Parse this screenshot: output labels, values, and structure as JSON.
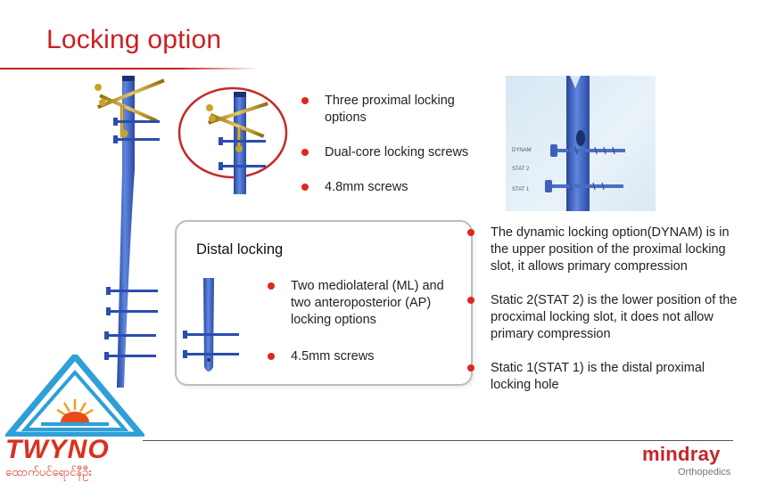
{
  "title": "Locking option",
  "proximal_bullets": [
    "Three proximal locking options",
    "Dual-core  locking screws",
    "4.8mm screws"
  ],
  "distal": {
    "title": "Distal locking",
    "bullets": [
      "Two mediolateral (ML) and two anteroposterior (AP) locking options",
      "4.5mm screws"
    ]
  },
  "right_bullets": [
    "The dynamic locking option(DYNAM) is in the upper position of the proximal locking slot, it allows primary compression",
    "Static 2(STAT 2) is the lower position of the procximal locking slot, it does not allow primary compression",
    "Static 1(STAT 1) is the distal proximal locking hole"
  ],
  "image_labels": {
    "dynam": "DYNAM",
    "stat2": "STAT 2",
    "stat1": "STAT 1"
  },
  "logos": {
    "left_brand": "TWYNO",
    "left_sub": "ထောက်ပင်ရောင်နီဦး",
    "right_brand": "mindray",
    "right_sub": "Orthopedics"
  },
  "colors": {
    "title": "#cc2020",
    "bullet": "#e0261f",
    "nail": "#3a63c4",
    "screw_gold": "#c9a227",
    "circle": "#c62828"
  }
}
